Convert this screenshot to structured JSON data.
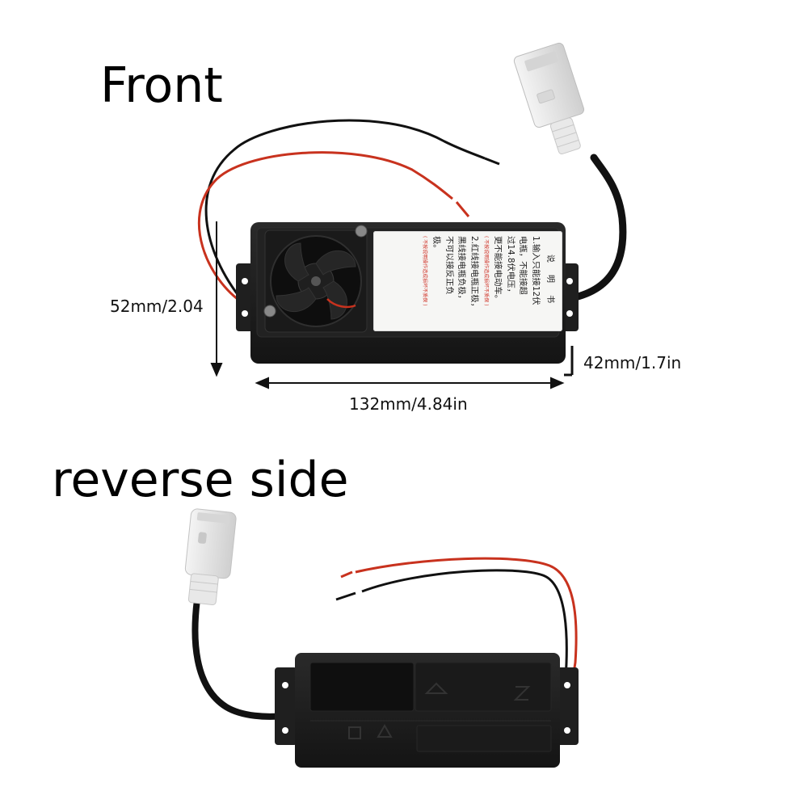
{
  "front": {
    "title": "Front",
    "dimensions": {
      "height": "52mm/2.04",
      "depth": "42mm/1.7in",
      "width": "132mm/4.84in"
    },
    "instruction_label": {
      "heading": "说 明 书",
      "lines": [
        "1.输入只能接12伏",
        "电瓶，不能接超",
        "过14.8伏电压，",
        "更不能接电动车。"
      ],
      "warning_1": "( 不按说明操作造成损坏不质保 )",
      "lines_2": [
        "2.红线接电瓶正极，",
        "黑线接电瓶负极，",
        "不可以接反正负",
        "极。"
      ],
      "warning_2": "( 不按说明操作造成损坏不质保 )"
    }
  },
  "reverse": {
    "title": "reverse side"
  },
  "colors": {
    "case": "#1c1c1c",
    "wire_red": "#c8321e",
    "wire_black": "#111111",
    "connector": "#e6e6e6"
  }
}
